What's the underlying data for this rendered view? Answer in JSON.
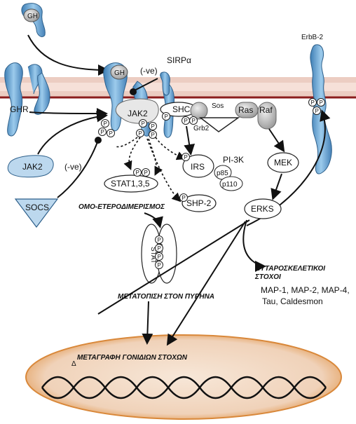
{
  "labels": {
    "gh_top": "GH",
    "gh_bound": "GH",
    "ghr": "GHR",
    "neg_top": "(-ve)",
    "sirpa": "SIRPα",
    "jak2_complex": "JAK2",
    "shc": "SHC",
    "sos": "Sos",
    "grb2": "Grb2",
    "ras": "Ras",
    "raf": "Raf",
    "erbb2": "ErbB-2",
    "jak2_free": "JAK2",
    "neg_left": "(-ve)",
    "socs": "SOCS",
    "stat135": "STAT1,3,5",
    "irs": "IRS",
    "pi3k": "PI-3K",
    "p85": "p85",
    "p110": "p110",
    "mek": "MEK",
    "shp2": "SHP-2",
    "erks": "ERKS",
    "stat_left": "STAT",
    "stat_right": "STAT",
    "phospho": "P"
  },
  "annotations": {
    "dimerization": "ΟΜΟ-ΕΤΕΡΟΔΙΜΕΡΙΣΜΟΣ",
    "translocation": "ΜΕΤΑΤΟΠΙΣΗ  ΣΤΟΝ ΠΥΡΗΝΑ",
    "transcription": "ΜΕΤΑΓΡΑΦΗ ΓΟΝΙΔΙΩΝ ΣΤΟΧΩΝ",
    "transcription_mark": "Δ",
    "cytoskeletal_line1": "ΚΥΤΑΡΟΣΚΕΛΕΤΙΚΟΙ",
    "cytoskeletal_line2": "ΣΤΟΧΟΙ",
    "targets_line1": "MAP-1, MAP-2, MAP-4,",
    "targets_line2": "Tau, Caldesmon"
  },
  "colors": {
    "receptor_blue": "#6fa9d6",
    "membrane_pink": "#e9c7bd",
    "membrane_dark": "#8b1d1d",
    "nucleus_fill": "#f3dcc8",
    "nucleus_edge": "#e69a4a",
    "grey_protein": "#b9b9b9",
    "socs_fill": "#bcd8ee"
  }
}
